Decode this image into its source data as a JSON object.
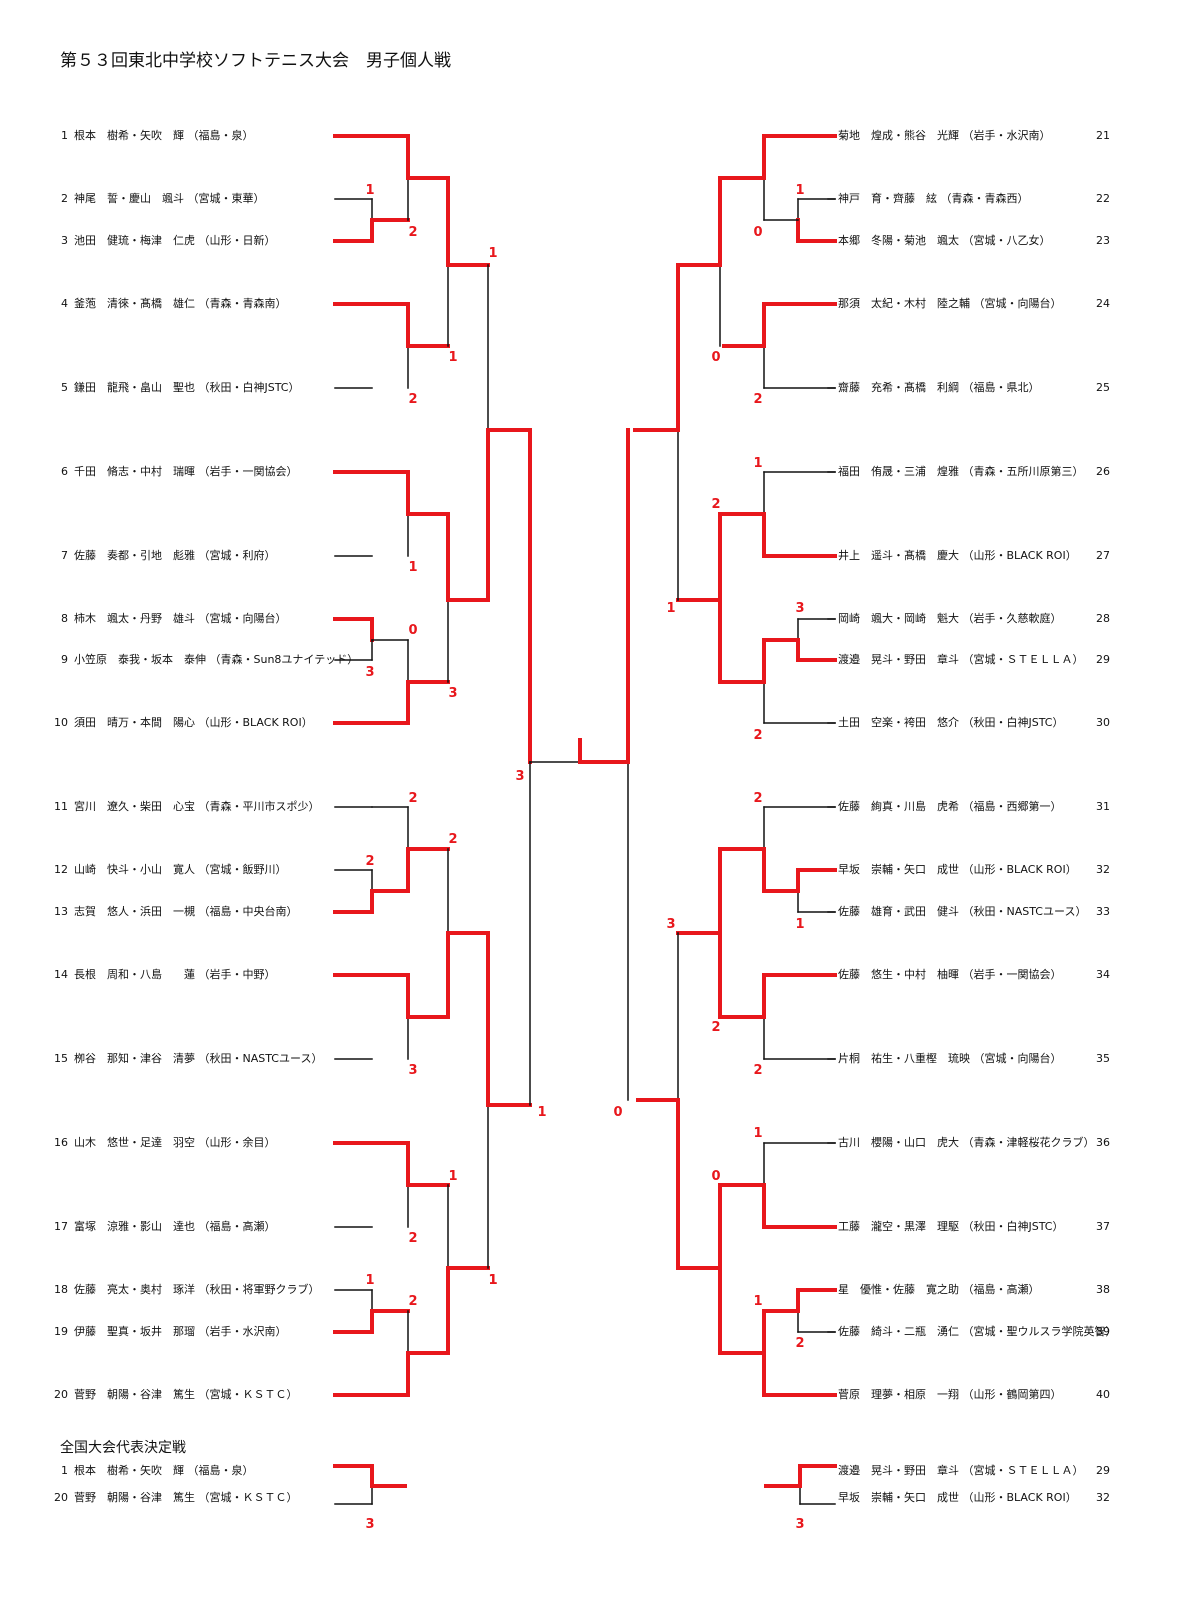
{
  "title": "第５３回東北中学校ソフトテニス大会　男子個人戦",
  "final_title": "全国大会代表決定戦",
  "left_players": [
    {
      "num": "1",
      "names": "根本　樹希・矢吹　輝",
      "team": "（福島・泉）"
    },
    {
      "num": "2",
      "names": "神尾　誓・慶山　颯斗",
      "team": "（宮城・東華）"
    },
    {
      "num": "3",
      "names": "池田　健琉・梅津　仁虎",
      "team": "（山形・日新）"
    },
    {
      "num": "4",
      "names": "釜萢　清徠・髙橋　雄仁",
      "team": "（青森・青森南）"
    },
    {
      "num": "5",
      "names": "鎌田　龍飛・畠山　聖也",
      "team": "（秋田・白神JSTC）"
    },
    {
      "num": "6",
      "names": "千田　脩志・中村　瑞暉",
      "team": "（岩手・一関協会）"
    },
    {
      "num": "7",
      "names": "佐藤　奏都・引地　彪雅",
      "team": "（宮城・利府）"
    },
    {
      "num": "8",
      "names": "柿木　颯太・丹野　雄斗",
      "team": "（宮城・向陽台）"
    },
    {
      "num": "9",
      "names": "小笠原　泰我・坂本　泰伸",
      "team": "（青森・Sun8ユナイテッド）"
    },
    {
      "num": "10",
      "names": "須田　晴万・本間　陽心",
      "team": "（山形・BLACK ROI）"
    },
    {
      "num": "11",
      "names": "宮川　遼久・柴田　心宝",
      "team": "（青森・平川市スポ少）"
    },
    {
      "num": "12",
      "names": "山崎　快斗・小山　寛人",
      "team": "（宮城・飯野川）"
    },
    {
      "num": "13",
      "names": "志賀　悠人・浜田　一槻",
      "team": "（福島・中央台南）"
    },
    {
      "num": "14",
      "names": "長根　周和・八島　　蓮",
      "team": "（岩手・中野）"
    },
    {
      "num": "15",
      "names": "栁谷　那知・津谷　清夢",
      "team": "（秋田・NASTCユース）"
    },
    {
      "num": "16",
      "names": "山木　悠世・足達　羽空",
      "team": "（山形・余目）"
    },
    {
      "num": "17",
      "names": "富塚　涼雅・影山　達也",
      "team": "（福島・高瀬）"
    },
    {
      "num": "18",
      "names": "佐藤　亮太・奥村　琢洋",
      "team": "（秋田・将軍野クラブ）"
    },
    {
      "num": "19",
      "names": "伊藤　聖真・坂井　那瑠",
      "team": "（岩手・水沢南）"
    },
    {
      "num": "20",
      "names": "菅野　朝陽・谷津　篤生",
      "team": "（宮城・ＫＳＴＣ）"
    }
  ],
  "right_players": [
    {
      "num": "21",
      "names": "菊地　煌成・熊谷　光輝",
      "team": "（岩手・水沢南）"
    },
    {
      "num": "22",
      "names": "神戸　育・齊藤　絃",
      "team": "（青森・青森西）"
    },
    {
      "num": "23",
      "names": "本郷　冬陽・菊池　颯太",
      "team": "（宮城・八乙女）"
    },
    {
      "num": "24",
      "names": "那須　太紀・木村　陸之輔",
      "team": "（宮城・向陽台）"
    },
    {
      "num": "25",
      "names": "齋藤　充希・髙橋　利綱",
      "team": "（福島・県北）"
    },
    {
      "num": "26",
      "names": "福田　侑晟・三浦　煌雅",
      "team": "（青森・五所川原第三）"
    },
    {
      "num": "27",
      "names": "井上　遥斗・髙橋　慶大",
      "team": "（山形・BLACK ROI）"
    },
    {
      "num": "28",
      "names": "岡崎　颯大・岡崎　魁大",
      "team": "（岩手・久慈軟庭）"
    },
    {
      "num": "29",
      "names": "渡邉　晃斗・野田　章斗",
      "team": "（宮城・ＳＴＥＬＬＡ）"
    },
    {
      "num": "30",
      "names": "土田　空楽・袴田　悠介",
      "team": "（秋田・白神JSTC）"
    },
    {
      "num": "31",
      "names": "佐藤　絢真・川島　虎希",
      "team": "（福島・西郷第一）"
    },
    {
      "num": "32",
      "names": "早坂　崇輔・矢口　成世",
      "team": "（山形・BLACK ROI）"
    },
    {
      "num": "33",
      "names": "佐藤　雄育・武田　健斗",
      "team": "（秋田・NASTCユース）"
    },
    {
      "num": "34",
      "names": "佐藤　悠生・中村　柚暉",
      "team": "（岩手・一関協会）"
    },
    {
      "num": "35",
      "names": "片桐　祐生・八重樫　琉映",
      "team": "（宮城・向陽台）"
    },
    {
      "num": "36",
      "names": "古川　櫻陽・山口　虎大",
      "team": "（青森・津軽桜花クラブ）"
    },
    {
      "num": "37",
      "names": "工藤　瀧空・黒澤　理駆",
      "team": "（秋田・白神JSTC）"
    },
    {
      "num": "38",
      "names": "星　優惟・佐藤　寛之助",
      "team": "（福島・高瀬）"
    },
    {
      "num": "39",
      "names": "佐藤　綺斗・二瓶　湧仁",
      "team": "（宮城・聖ウルスラ学院英智）"
    },
    {
      "num": "40",
      "names": "菅原　理夢・相原　一翔",
      "team": "（山形・鶴岡第四）"
    }
  ],
  "final_left": [
    {
      "num": "1",
      "names": "根本　樹希・矢吹　輝",
      "team": "（福島・泉）"
    },
    {
      "num": "20",
      "names": "菅野　朝陽・谷津　篤生",
      "team": "（宮城・ＫＳＴＣ）"
    }
  ],
  "final_right": [
    {
      "num": "29",
      "names": "渡邉　晃斗・野田　章斗",
      "team": "（宮城・ＳＴＥＬＬＡ）"
    },
    {
      "num": "32",
      "names": "早坂　崇輔・矢口　成世",
      "team": "（山形・BLACK ROI）"
    }
  ],
  "scores": [
    "1",
    "2",
    "1",
    "1",
    "2",
    "1",
    "0",
    "3",
    "3",
    "3",
    "2",
    "2",
    "2",
    "3",
    "1",
    "1",
    "2",
    "1",
    "2",
    "1",
    "1",
    "1",
    "0",
    "0",
    "2",
    "1",
    "2",
    "1",
    "3",
    "2",
    "2",
    "3",
    "1",
    "2",
    "2",
    "0",
    "1",
    "0",
    "1",
    "2",
    "3",
    "3"
  ],
  "colors": {
    "winner": "#e8171c",
    "line": "#111111"
  }
}
